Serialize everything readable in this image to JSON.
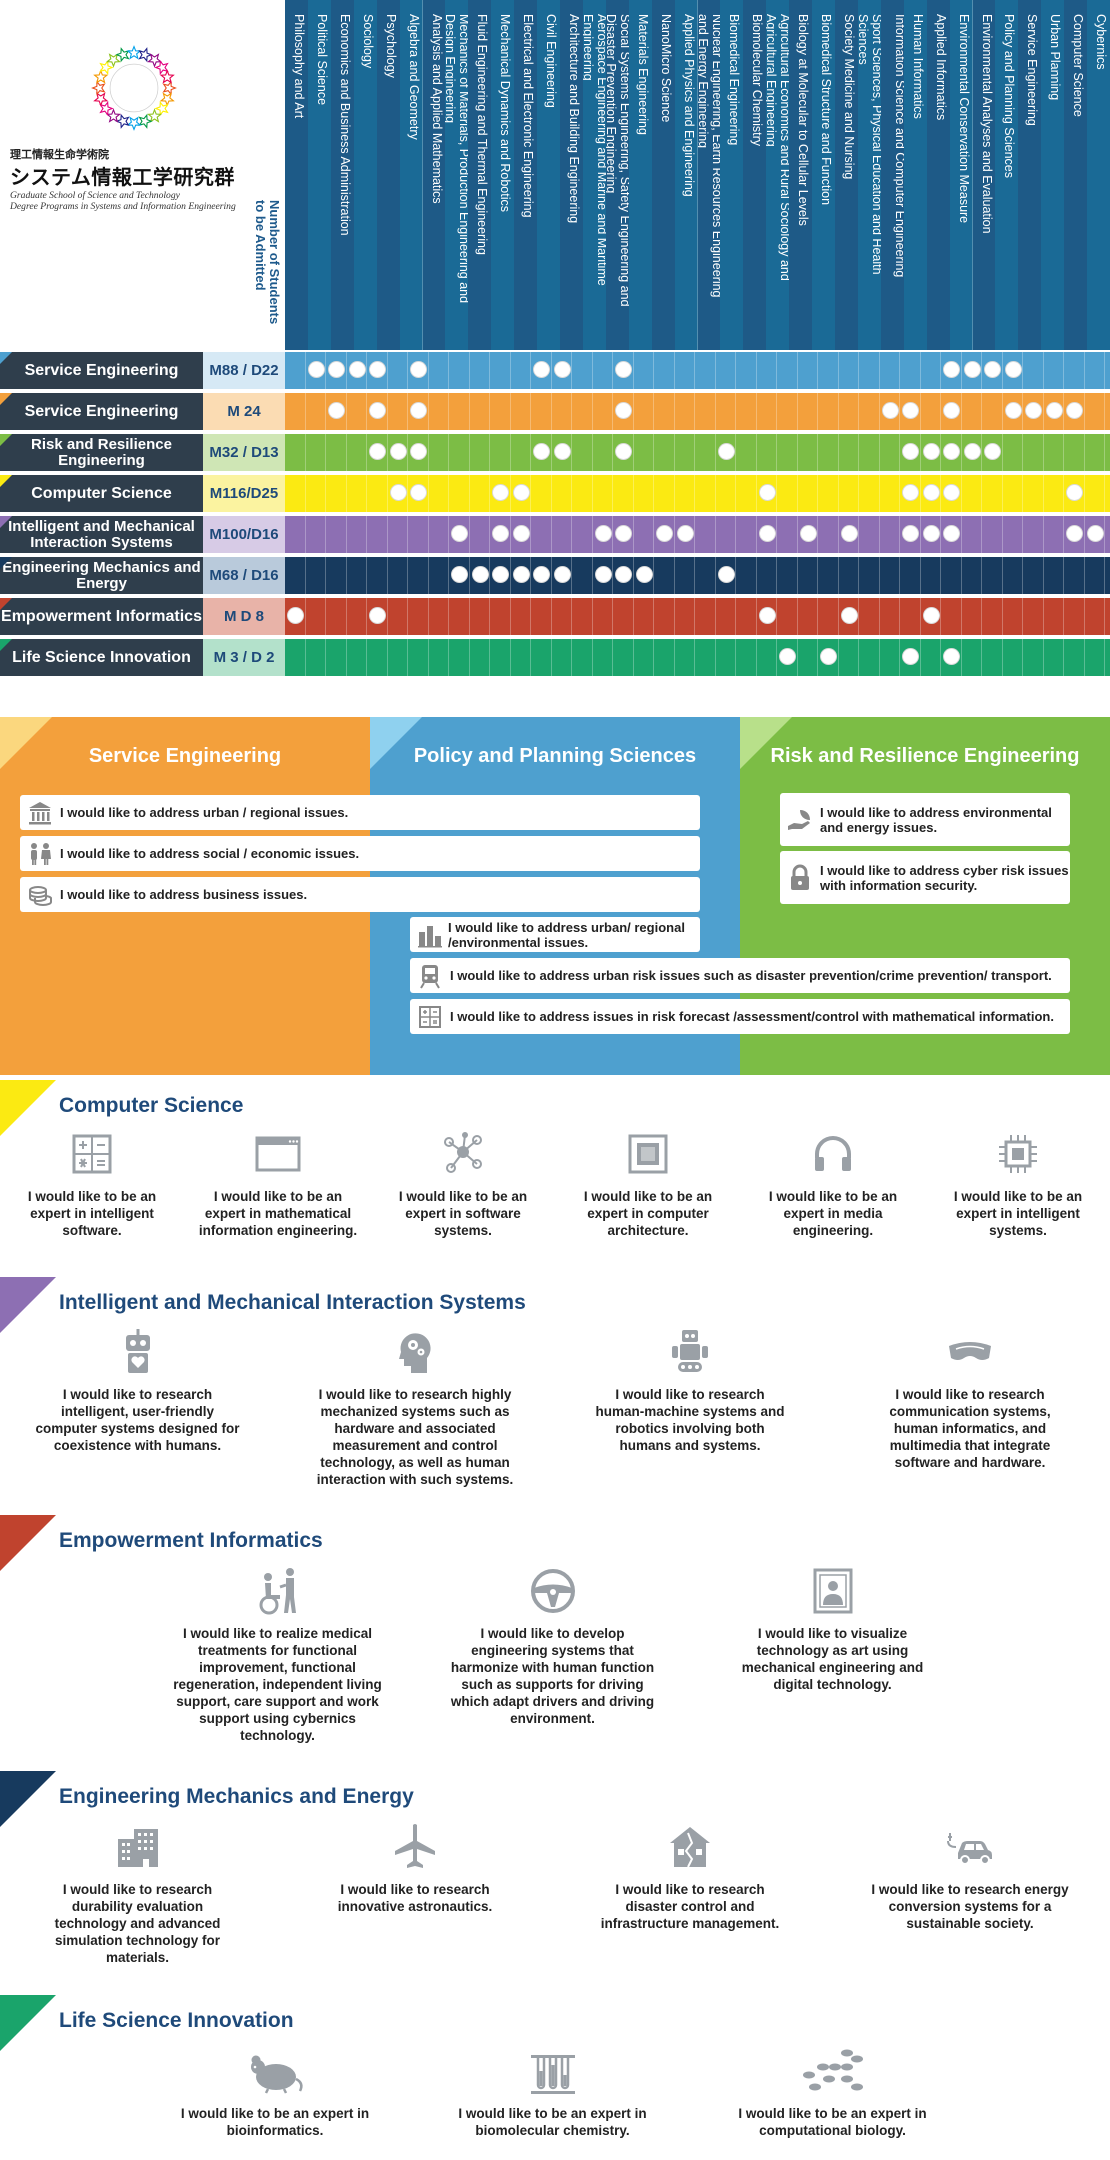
{
  "logo": {
    "jp_small": "理工情報生命学術院",
    "jp_large": "システム情報工学研究群",
    "en_line1": "Graduate School of Science and Technology",
    "en_line2": "Degree Programs in Systems and Information Engineering"
  },
  "matrix": {
    "num_header": "Number of Students to be Admitted",
    "columns": [
      {
        "label": "Philosophy and Art",
        "color": "#1d5a87"
      },
      {
        "label": "Political Science",
        "color": "#1a6a96"
      },
      {
        "label": "Economics and Business Administration",
        "color": "#1e5a87"
      },
      {
        "label": "Sociology",
        "color": "#1a6a96"
      },
      {
        "label": "Psychology",
        "color": "#1e5a87"
      },
      {
        "label": "Algebra and Geometry",
        "color": "#1a6a96"
      },
      {
        "label": "Analysis and Applied Mathematics",
        "color": "#1e5a87"
      },
      {
        "label": "Mechanics of Materials, Production Engineering and Design Engineering",
        "color": "#1a6a96"
      },
      {
        "label": "Fluid Engineering and Thermal Engineering",
        "color": "#1e5a87"
      },
      {
        "label": "Mechanical Dynamics and Robotics",
        "color": "#1a6a96"
      },
      {
        "label": "Electrical and Electronic Engineering",
        "color": "#1e5a87"
      },
      {
        "label": "Civil Engineering",
        "color": "#1a6a96"
      },
      {
        "label": "Architecture and Building Engineering",
        "color": "#1e5a87"
      },
      {
        "label": "Aerospace Engineering and Marine and Maritime Engineering",
        "color": "#1a6a96"
      },
      {
        "label": "Social Systems Engineering, Safety Engineering and Disaster Prevention Engineering",
        "color": "#1e5a87"
      },
      {
        "label": "Materials Engineering",
        "color": "#1a6a96"
      },
      {
        "label": "NanoMicro Science",
        "color": "#1e5a87"
      },
      {
        "label": "Applied Physics and Engineering",
        "color": "#1a6a96"
      },
      {
        "label": "Nuclear Engineering, Earth Resources Engineering and Energy Engineering",
        "color": "#1e5a87"
      },
      {
        "label": "Biomedical Engineering",
        "color": "#1a6a96"
      },
      {
        "label": "Biomolecular Chemistry",
        "color": "#1e5a87"
      },
      {
        "label": "Agricultural Economics and Rural Sociology and Agricultural Engineering",
        "color": "#1a6a96"
      },
      {
        "label": "Biology at Molecular to Cellular Levels",
        "color": "#1e5a87"
      },
      {
        "label": "Biomedical Structure and Function",
        "color": "#1a6a96"
      },
      {
        "label": "Society Medicine and Nursing",
        "color": "#1e5a87"
      },
      {
        "label": "Sport Sciences, Physical Education and Health Sciences",
        "color": "#1a6a96"
      },
      {
        "label": "Information Science and Computer Engineering",
        "color": "#1e5a87"
      },
      {
        "label": "Human Informatics",
        "color": "#1a6a96"
      },
      {
        "label": "Applied Informatics",
        "color": "#1e5a87"
      },
      {
        "label": "Environmental Conservation Measure",
        "color": "#1a6a96"
      },
      {
        "label": "Environmental Analyses and Evaluation",
        "color": "#1e5a87"
      },
      {
        "label": "Policy and Planning Sciences",
        "color": "#1a6a96"
      },
      {
        "label": "Service Engineering",
        "color": "#1e5a87"
      },
      {
        "label": "Urban Planning",
        "color": "#1a6a96"
      },
      {
        "label": "Computer Science",
        "color": "#1e5a87"
      },
      {
        "label": "Cybernics",
        "color": "#1a6a96"
      }
    ],
    "rows": [
      {
        "label": "Service Engineering",
        "num": "M88 / D22",
        "color": "#4ea0cf",
        "numbg": "#d6e9f5",
        "tri": "#4ea0cf",
        "dots": [
          1,
          2,
          3,
          4,
          6,
          12,
          13,
          16,
          32,
          33,
          34,
          35
        ]
      },
      {
        "label": "Service Engineering",
        "num": "M 24",
        "color": "#f3a03c",
        "numbg": "#fbdcb3",
        "tri": "#f3a03c",
        "dots": [
          2,
          4,
          6,
          16,
          29,
          30,
          32,
          35,
          36,
          37,
          38
        ]
      },
      {
        "label": "Risk and Resilience Engineering",
        "num": "M32 / D13",
        "color": "#7cbd45",
        "numbg": "#cfe6b5",
        "tri": "#7cbd45",
        "dots": [
          4,
          5,
          6,
          12,
          13,
          16,
          21,
          30,
          31,
          32,
          33,
          34
        ]
      },
      {
        "label": "Computer Science",
        "num": "M116/D25",
        "color": "#fbea12",
        "numbg": "#fbf3a0",
        "tri": "#fbea12",
        "dots": [
          5,
          6,
          10,
          11,
          23,
          30,
          31,
          32,
          38
        ]
      },
      {
        "label": "Intelligent and Mechanical Interaction Systems",
        "num": "M100/D16",
        "color": "#8d6fb3",
        "numbg": "#d7cbe6",
        "tri": "#8d6fb3",
        "dots": [
          8,
          10,
          11,
          15,
          16,
          18,
          19,
          23,
          25,
          27,
          30,
          31,
          32,
          38,
          39
        ]
      },
      {
        "label": "Engineering Mechanics and Energy",
        "num": "M68 / D16",
        "color": "#173a5e",
        "numbg": "#b9cadb",
        "tri": "#173a5e",
        "dots": [
          8,
          9,
          10,
          11,
          12,
          13,
          15,
          16,
          17,
          21
        ]
      },
      {
        "label": "Empowerment Informatics",
        "num": "M D 8",
        "color": "#c0432e",
        "numbg": "#e8b3a8",
        "tri": "#c0432e",
        "dots": [
          0,
          4,
          23,
          27,
          31
        ]
      },
      {
        "label": "Life Science Innovation",
        "num": "M 3 / D 2",
        "color": "#1aa46b",
        "numbg": "#b3e1cb",
        "tri": "#1aa46b",
        "dots": [
          24,
          26,
          30,
          32
        ]
      }
    ]
  },
  "policy": {
    "service_title": "Service Engineering",
    "policy_title": "Policy and Planning Sciences",
    "risk_title": "Risk and Resilience Engineering",
    "stmt_urban": "I would like to address urban / regional issues.",
    "stmt_social": "I would like to address social / economic issues.",
    "stmt_business": "I would like to address business issues.",
    "stmt_env_energy": "I would like to address environmental and energy issues.",
    "stmt_cyber": "I would like to address cyber risk issues with information security.",
    "stmt_urban_env": "I would like to address urban/ regional /environmental issues.",
    "stmt_urban_risk": "I would like to address urban risk issues such as disaster prevention/crime prevention/ transport.",
    "stmt_forecast": "I would like to address issues in risk forecast /assessment/control with mathematical information."
  },
  "cs": {
    "title": "Computer Science",
    "items": [
      "I would like to be an expert in intelligent software.",
      "I would like to be an expert in mathematical information engineering.",
      "I would like to be an expert in software systems.",
      "I would like to be an expert in computer architecture.",
      "I would like to be an expert in media engineering.",
      "I would like to be an expert in intelligent systems."
    ]
  },
  "imis": {
    "title": "Intelligent and Mechanical Interaction Systems",
    "items": [
      "I would like to research intelligent, user-friendly computer systems designed for coexistence with humans.",
      "I would like to research highly mechanized systems such as hardware and associated measurement and control technology, as well as human interaction with such systems.",
      "I would like to research human-machine systems and robotics involving both humans and systems.",
      "I would like to research communication systems, human informatics, and multimedia that integrate software and hardware."
    ]
  },
  "emp": {
    "title": "Empowerment Informatics",
    "items": [
      "I would like to realize medical treatments for functional improvement, functional regeneration, independent living support, care support and work support using cybernics technology.",
      "I would like to develop engineering systems that harmonize with human function such as supports for driving which adapt drivers and driving environment.",
      "I would like to visualize technology as art using mechanical engineering and digital technology."
    ]
  },
  "eme": {
    "title": "Engineering Mechanics and Energy",
    "items": [
      "I would like to research durability evaluation technology and advanced simulation technology for materials.",
      "I would like to research innovative astronautics.",
      "I would like to research disaster control and infrastructure management.",
      "I would like to research energy conversion systems for a sustainable society."
    ]
  },
  "lsi": {
    "title": "Life Science Innovation",
    "items": [
      "I would like to be an expert in bioinformatics.",
      "I would like to be an expert in biomolecular chemistry.",
      "I would like to be an expert in computational biology."
    ]
  },
  "colors": {
    "icon_gray": "#9aa0a6",
    "title_blue": "#1f4a7a"
  }
}
